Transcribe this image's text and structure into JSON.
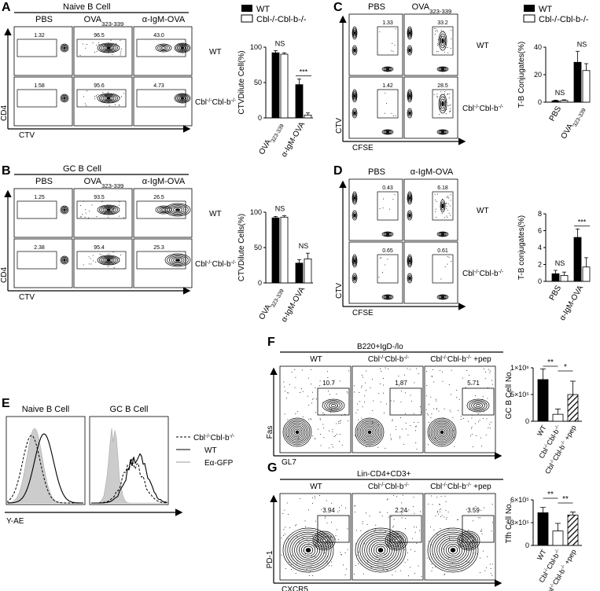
{
  "panels": {
    "A": {
      "letter": "A",
      "header": "Naive B Cell",
      "cols": [
        "PBS",
        "OVA323-339",
        "α-IgM-OVA"
      ],
      "rows": [
        "WT",
        "Cbl-/-Cbl-b-/-"
      ],
      "gates": [
        [
          "1.32",
          "96.5",
          "43.0"
        ],
        [
          "1.58",
          "95.6",
          "4.73"
        ]
      ],
      "yaxis": "CD4",
      "xaxis": "CTV"
    },
    "B": {
      "letter": "B",
      "header": "GC B Cell",
      "cols": [
        "PBS",
        "OVA323-339",
        "α-IgM-OVA"
      ],
      "rows": [
        "WT",
        "Cbl-/-Cbl-b-/-"
      ],
      "gates": [
        [
          "1.25",
          "93.5",
          "26.5"
        ],
        [
          "2.38",
          "95.4",
          "25.3"
        ]
      ],
      "yaxis": "CD4",
      "xaxis": "CTV"
    },
    "C": {
      "letter": "C",
      "cols": [
        "PBS",
        "OVA323-339"
      ],
      "rows": [
        "WT",
        "Cbl-/-Cbl-b-/-"
      ],
      "gates": [
        [
          "1.33",
          "33.2"
        ],
        [
          "1.42",
          "28.5"
        ]
      ],
      "yaxis": "CTV",
      "xaxis": "CFSE"
    },
    "D": {
      "letter": "D",
      "cols": [
        "PBS",
        "α-IgM-OVA"
      ],
      "rows": [
        "WT",
        "Cbl-/-Cbl-b-/-"
      ],
      "gates": [
        [
          "0.43",
          "6.18"
        ],
        [
          "0.65",
          "0.61"
        ]
      ],
      "yaxis": "CTV",
      "xaxis": "CFSE"
    },
    "E": {
      "letter": "E",
      "titles": [
        "Naive B Cell",
        "GC B Cell"
      ],
      "xaxis": "Y-AE",
      "legend": [
        "Cbl-/-Cbl-b-/-",
        "WT",
        "Eα-GFP"
      ]
    },
    "F": {
      "letter": "F",
      "header": "B220+IgD-/lo",
      "cols": [
        "WT",
        "Cbl-/-Cbl-b-/-",
        "Cbl-/-Cbl-b-/- +pep"
      ],
      "gates": [
        "10.7",
        "1.87",
        "5.71"
      ],
      "yaxis": "Fas",
      "xaxis": "GL7"
    },
    "G": {
      "letter": "G",
      "header": "Lin-CD4+CD3+",
      "cols": [
        "WT",
        "Cbl-/-Cbl-b-/-",
        "Cbl-/-Cbl-b-/- +pep"
      ],
      "gates": [
        "3.94",
        "2.24",
        "3.59"
      ],
      "yaxis": "PD-1",
      "xaxis": "CXCR5"
    }
  },
  "legend_top": [
    "WT",
    "Cbl-/-Cbl-b-/-"
  ],
  "chart_data": [
    {
      "id": "A-bar",
      "type": "bar",
      "ylabel": "CTVDilute Cell(%)",
      "ylim": [
        0,
        100
      ],
      "yticks": [
        0,
        50,
        100
      ],
      "categories": [
        "OVA323-339",
        "α-IgM-OVA"
      ],
      "series": [
        {
          "name": "WT",
          "values": [
            92,
            47
          ],
          "err": [
            3,
            8
          ]
        },
        {
          "name": "Cbl-/-Cbl-b-/-",
          "values": [
            90,
            4
          ],
          "err": [
            2,
            3
          ]
        }
      ],
      "sig": [
        "NS",
        "***"
      ]
    },
    {
      "id": "B-bar",
      "type": "bar",
      "ylabel": "CTVDilute Cells(%)",
      "ylim": [
        0,
        100
      ],
      "yticks": [
        0,
        50,
        100
      ],
      "categories": [
        "OVA323-339",
        "α-IgM-OVA"
      ],
      "series": [
        {
          "name": "WT",
          "values": [
            92,
            28
          ],
          "err": [
            2,
            5
          ]
        },
        {
          "name": "Cbl-/-Cbl-b-/-",
          "values": [
            93,
            34
          ],
          "err": [
            2,
            8
          ]
        }
      ],
      "sig": [
        "NS",
        "NS"
      ]
    },
    {
      "id": "C-bar",
      "type": "bar",
      "ylabel": "T-B Conjugates(%)",
      "ylim": [
        0,
        40
      ],
      "yticks": [
        0,
        20,
        40
      ],
      "categories": [
        "PBS",
        "OVA323-339"
      ],
      "series": [
        {
          "name": "WT",
          "values": [
            1,
            29
          ],
          "err": [
            0.5,
            8
          ]
        },
        {
          "name": "Cbl-/-Cbl-b-/-",
          "values": [
            1.2,
            23
          ],
          "err": [
            0.5,
            5
          ]
        }
      ],
      "sig": [
        "NS",
        "NS"
      ]
    },
    {
      "id": "D-bar",
      "type": "bar",
      "ylabel": "T-B conjugates(%)",
      "ylim": [
        0,
        8
      ],
      "yticks": [
        0,
        2,
        4,
        6,
        8
      ],
      "categories": [
        "PBS",
        "α-IgM-OVA"
      ],
      "series": [
        {
          "name": "WT",
          "values": [
            0.9,
            5.2
          ],
          "err": [
            0.4,
            1
          ]
        },
        {
          "name": "Cbl-/-Cbl-b-/-",
          "values": [
            0.7,
            1.7
          ],
          "err": [
            0.4,
            1.1
          ]
        }
      ],
      "sig": [
        "NS",
        "***"
      ]
    },
    {
      "id": "F-bar",
      "type": "bar",
      "ylabel": "GC B Cell No.",
      "ylim": [
        0,
        1000000
      ],
      "yticks": [
        0,
        500000,
        1000000
      ],
      "ytick_labels": [
        "0",
        "5×10⁵",
        "1×10⁶"
      ],
      "categories": [
        "WT",
        "Cbl-/-Cbl-b-/-",
        "Cbl-/-Cbl-b-/- +pep"
      ],
      "values": [
        780000,
        130000,
        500000
      ],
      "err": [
        200000,
        100000,
        250000
      ],
      "sig": [
        "**",
        "*"
      ]
    },
    {
      "id": "G-bar",
      "type": "bar",
      "ylabel": "Tfh Cell No.",
      "ylim": [
        0,
        600000
      ],
      "yticks": [
        0,
        300000,
        600000
      ],
      "ytick_labels": [
        "0",
        "3×10⁵",
        "6×10⁵"
      ],
      "categories": [
        "WT",
        "Cbl-/-Cbl-b-/-",
        "Cbl-/-Cbl-b-/- +pep"
      ],
      "values": [
        430000,
        190000,
        400000
      ],
      "err": [
        70000,
        100000,
        40000
      ],
      "sig": [
        "**",
        "**"
      ]
    }
  ]
}
